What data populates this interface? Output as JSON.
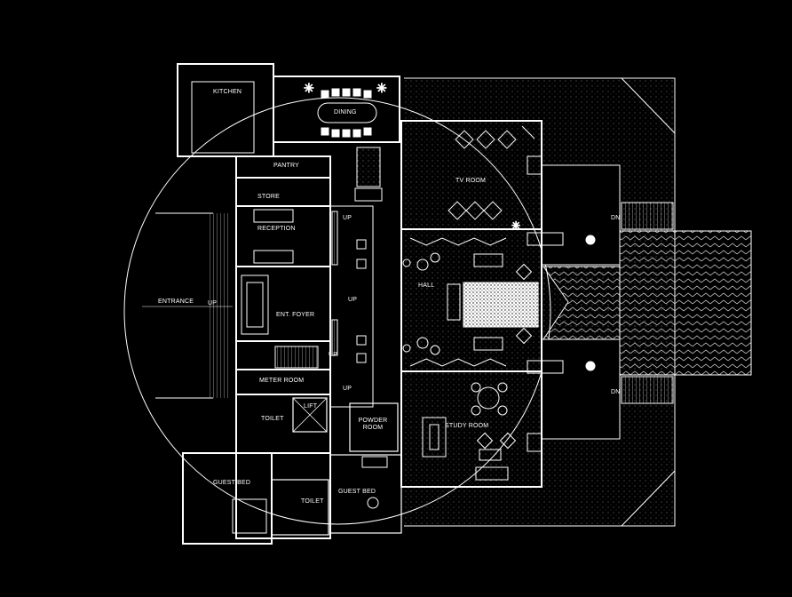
{
  "rooms": {
    "kitchen": "KITCHEN",
    "dining": "DINING",
    "pantry": "PANTRY",
    "store": "STORE",
    "reception": "RECEPTION",
    "entrance": "ENTRANCE",
    "ent_foyer": "ENT. FOYER",
    "meter_room": "METER ROOM",
    "toilet_1": "TOILET",
    "lift": "LIFT",
    "powder_room_line1": "POWDER",
    "powder_room_line2": "ROOM",
    "guest_bed_1": "GUEST BED",
    "guest_bed_2": "GUEST BED",
    "toilet_2": "TOILET",
    "tv_room": "TV ROOM",
    "hall": "HALL",
    "study_room": "STUDY ROOM"
  },
  "stairs": {
    "up": "UP",
    "dn": "DN"
  },
  "colors": {
    "background": "#000000",
    "lines": "#ffffff",
    "hatch": "#d8d8d8"
  }
}
